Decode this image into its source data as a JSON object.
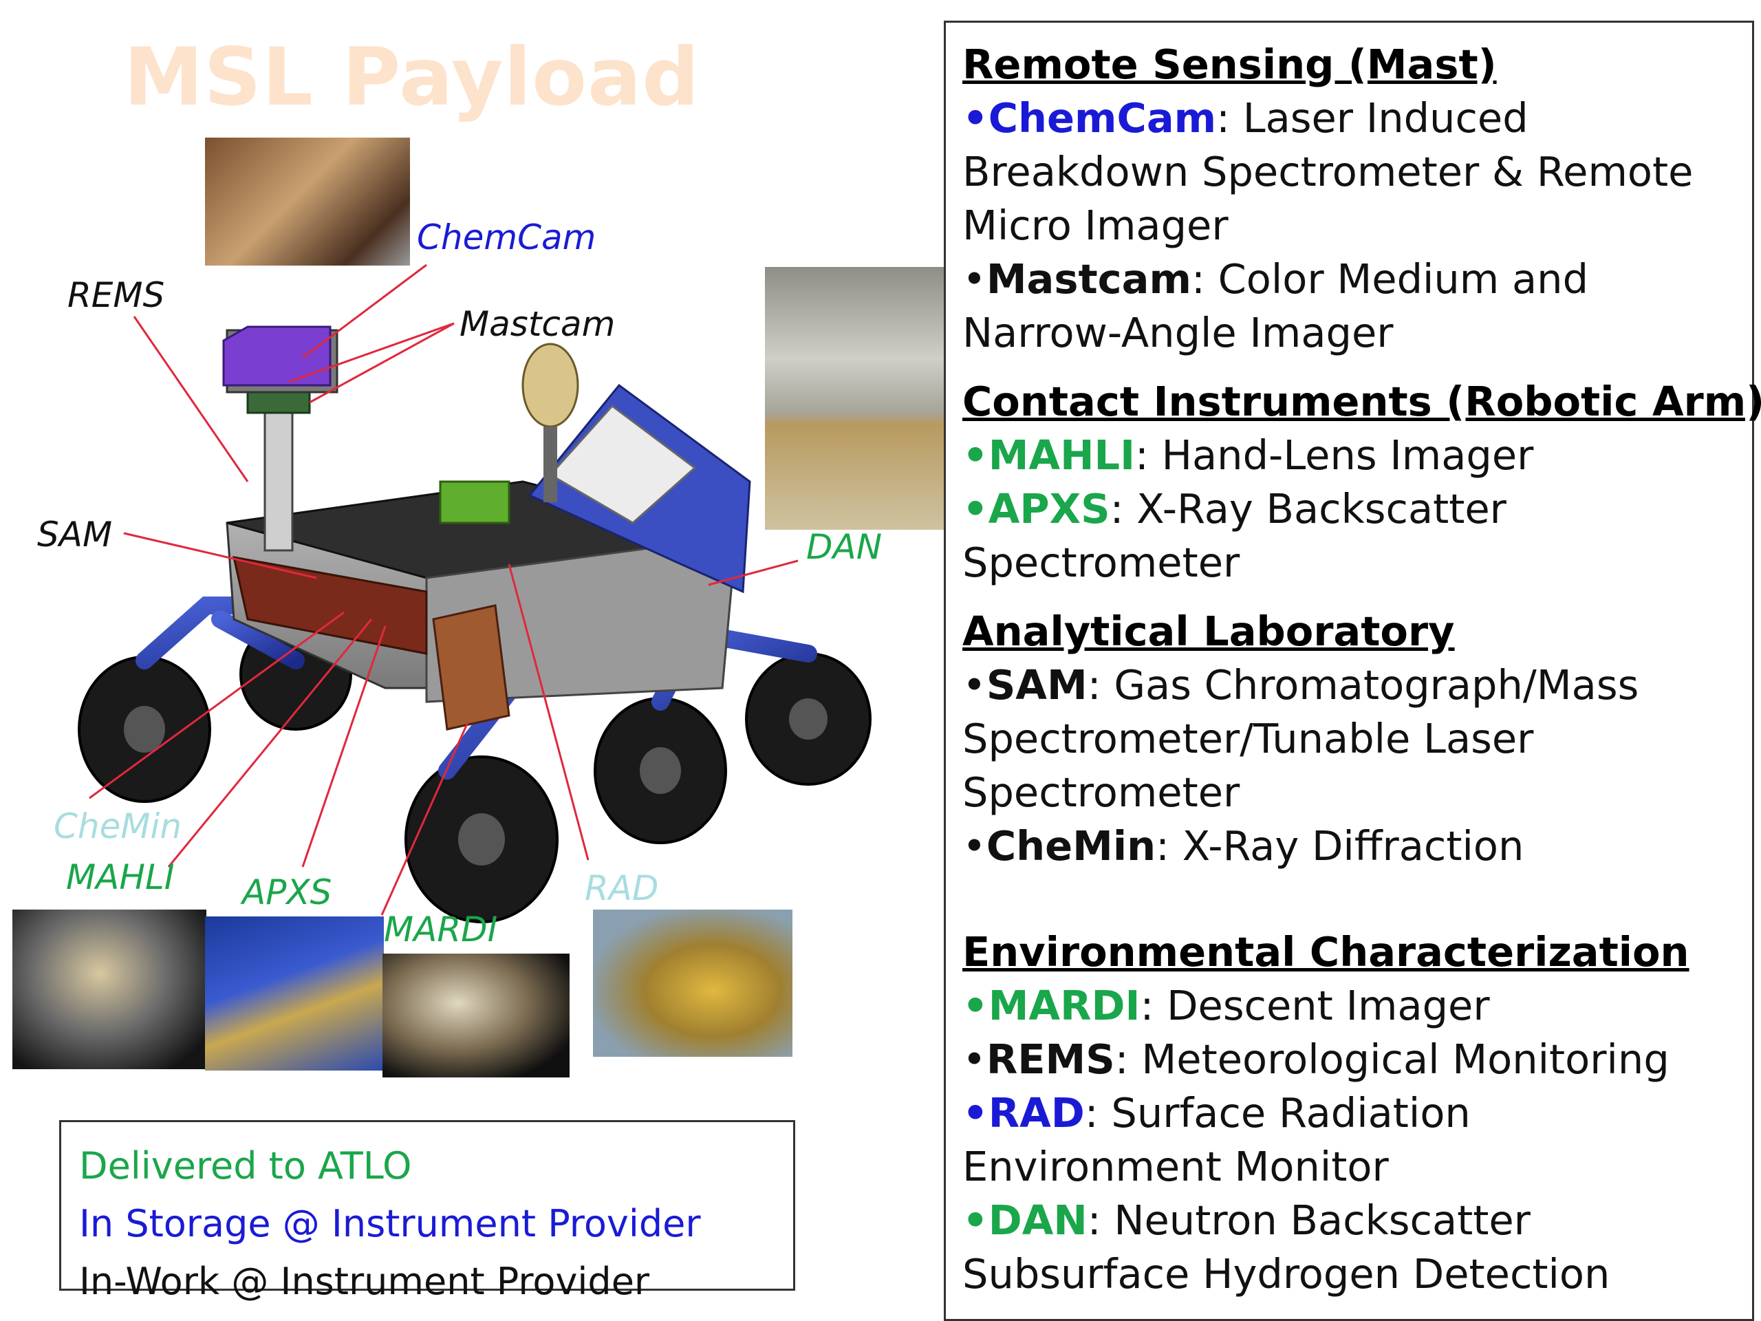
{
  "title": "MSL Payload",
  "colors": {
    "delivered": "#1aa64a",
    "storage": "#1a1ad6",
    "inwork": "#111111",
    "light": "#a8dde0",
    "leader": "#e0283c",
    "title": "#fde2cc"
  },
  "callouts": {
    "chemcam": "ChemCam",
    "rems": "REMS",
    "mastcam": "Mastcam",
    "sam": "SAM",
    "dan": "DAN",
    "chemin": "CheMin",
    "mahli": "MAHLI",
    "apxs": "APXS",
    "mardi": "MARDI",
    "rad": "RAD"
  },
  "legend": {
    "delivered": "Delivered to ATLO",
    "storage": "In Storage @ Instrument Provider",
    "inwork": "In-Work @ Instrument Provider"
  },
  "sections": {
    "mast": {
      "heading": "Remote Sensing (Mast)",
      "chemcam_name": "ChemCam",
      "chemcam_desc": ": Laser Induced Breakdown Spectrometer & Remote Micro Imager",
      "mastcam_name": "Mastcam",
      "mastcam_desc": ": Color Medium and Narrow-Angle Imager"
    },
    "arm": {
      "heading": "Contact Instruments (Robotic Arm)",
      "mahli_name": "MAHLI",
      "mahli_desc": ": Hand-Lens Imager",
      "apxs_name": "APXS",
      "apxs_desc": ": X-Ray Backscatter Spectrometer"
    },
    "lab": {
      "heading": "Analytical Laboratory",
      "sam_name": "SAM",
      "sam_desc": ": Gas Chromatograph/Mass Spectrometer/Tunable Laser Spectrometer",
      "chemin_name": "CheMin",
      "chemin_desc": ": X-Ray Diffraction"
    },
    "env": {
      "heading": "Environmental Characterization",
      "mardi_name": "MARDI",
      "mardi_desc": ": Descent Imager",
      "rems_name": "REMS",
      "rems_desc": ": Meteorological Monitoring",
      "rad_name": "RAD",
      "rad_desc": ": Surface Radiation Environment Monitor",
      "dan_name": "DAN",
      "dan_desc": ": Neutron Backscatter Subsurface Hydrogen Detection"
    }
  }
}
